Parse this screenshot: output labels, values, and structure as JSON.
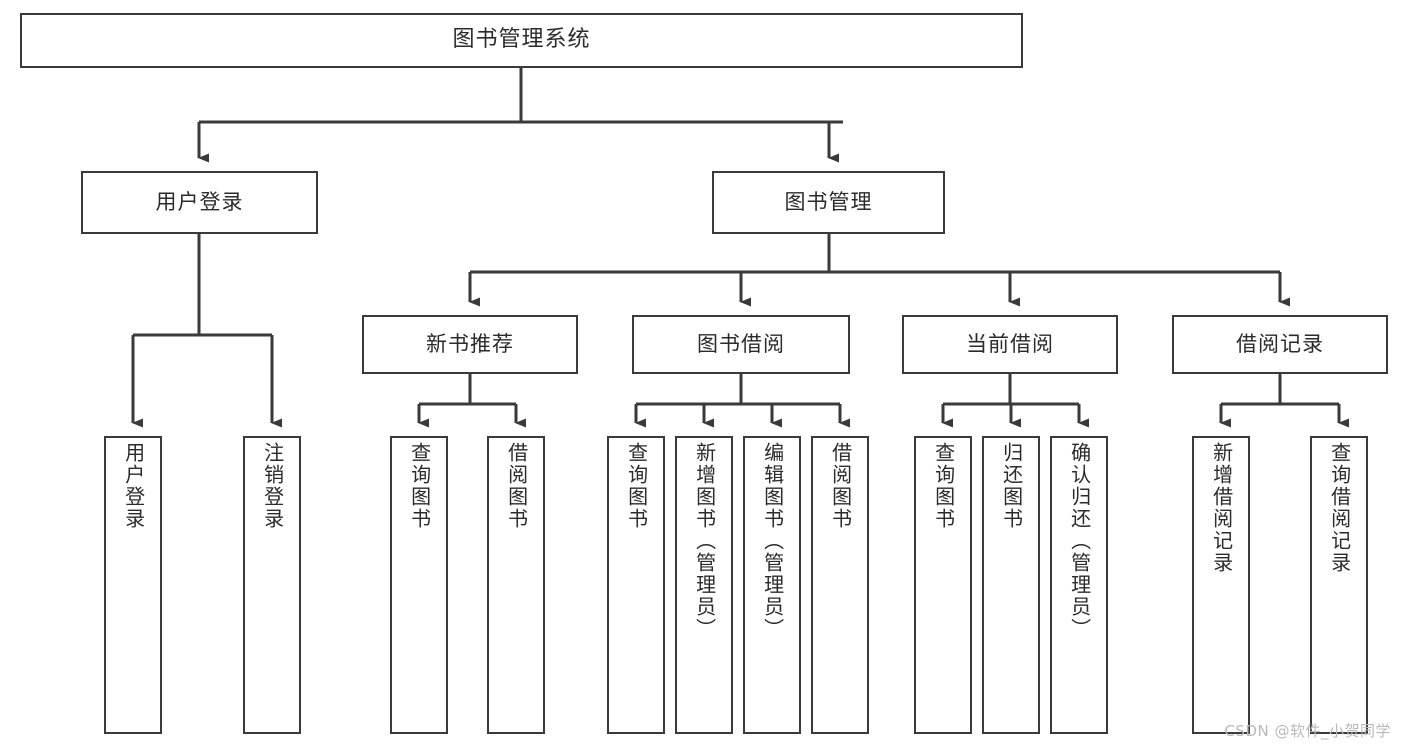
{
  "diagram": {
    "title": "图书管理系统",
    "type": "tree-hierarchy-diagram",
    "watermark": "CSDN @软件_小贺同学",
    "colors": {
      "box_border": "#3a3a3a",
      "box_fill": "#ffffff",
      "connector": "#3a3a3a",
      "text": "#2b2b2b",
      "watermark": "#b9b9b9",
      "background": "#ffffff"
    },
    "nodes": {
      "root": {
        "label": "图书管理系统"
      },
      "level2": [
        {
          "id": "user-login",
          "label": "用户登录"
        },
        {
          "id": "book-management",
          "label": "图书管理"
        }
      ],
      "level3": [
        {
          "id": "new-book-recommend",
          "label": "新书推荐"
        },
        {
          "id": "book-borrow",
          "label": "图书借阅"
        },
        {
          "id": "current-borrow",
          "label": "当前借阅"
        },
        {
          "id": "borrow-record",
          "label": "借阅记录"
        }
      ],
      "leaves": {
        "user-login": [
          {
            "id": "leaf-user-login",
            "label": "用户登录"
          },
          {
            "id": "leaf-logout-login",
            "label": "注销登录"
          }
        ],
        "new-book-recommend": [
          {
            "id": "leaf-query-book-1",
            "label": "查询图书"
          },
          {
            "id": "leaf-borrow-book-1",
            "label": "借阅图书"
          }
        ],
        "book-borrow": [
          {
            "id": "leaf-query-book-2",
            "label": "查询图书"
          },
          {
            "id": "leaf-add-book-admin",
            "label": "新增图书（管理员）"
          },
          {
            "id": "leaf-edit-book-admin",
            "label": "编辑图书（管理员）"
          },
          {
            "id": "leaf-borrow-book-2",
            "label": "借阅图书"
          }
        ],
        "current-borrow": [
          {
            "id": "leaf-query-book-3",
            "label": "查询图书"
          },
          {
            "id": "leaf-return-book",
            "label": "归还图书"
          },
          {
            "id": "leaf-confirm-return-admin",
            "label": "确认归还（管理员）"
          }
        ],
        "borrow-record": [
          {
            "id": "leaf-add-borrow-record",
            "label": "新增借阅记录"
          },
          {
            "id": "leaf-query-borrow-record",
            "label": "查询借阅记录"
          }
        ]
      }
    }
  }
}
